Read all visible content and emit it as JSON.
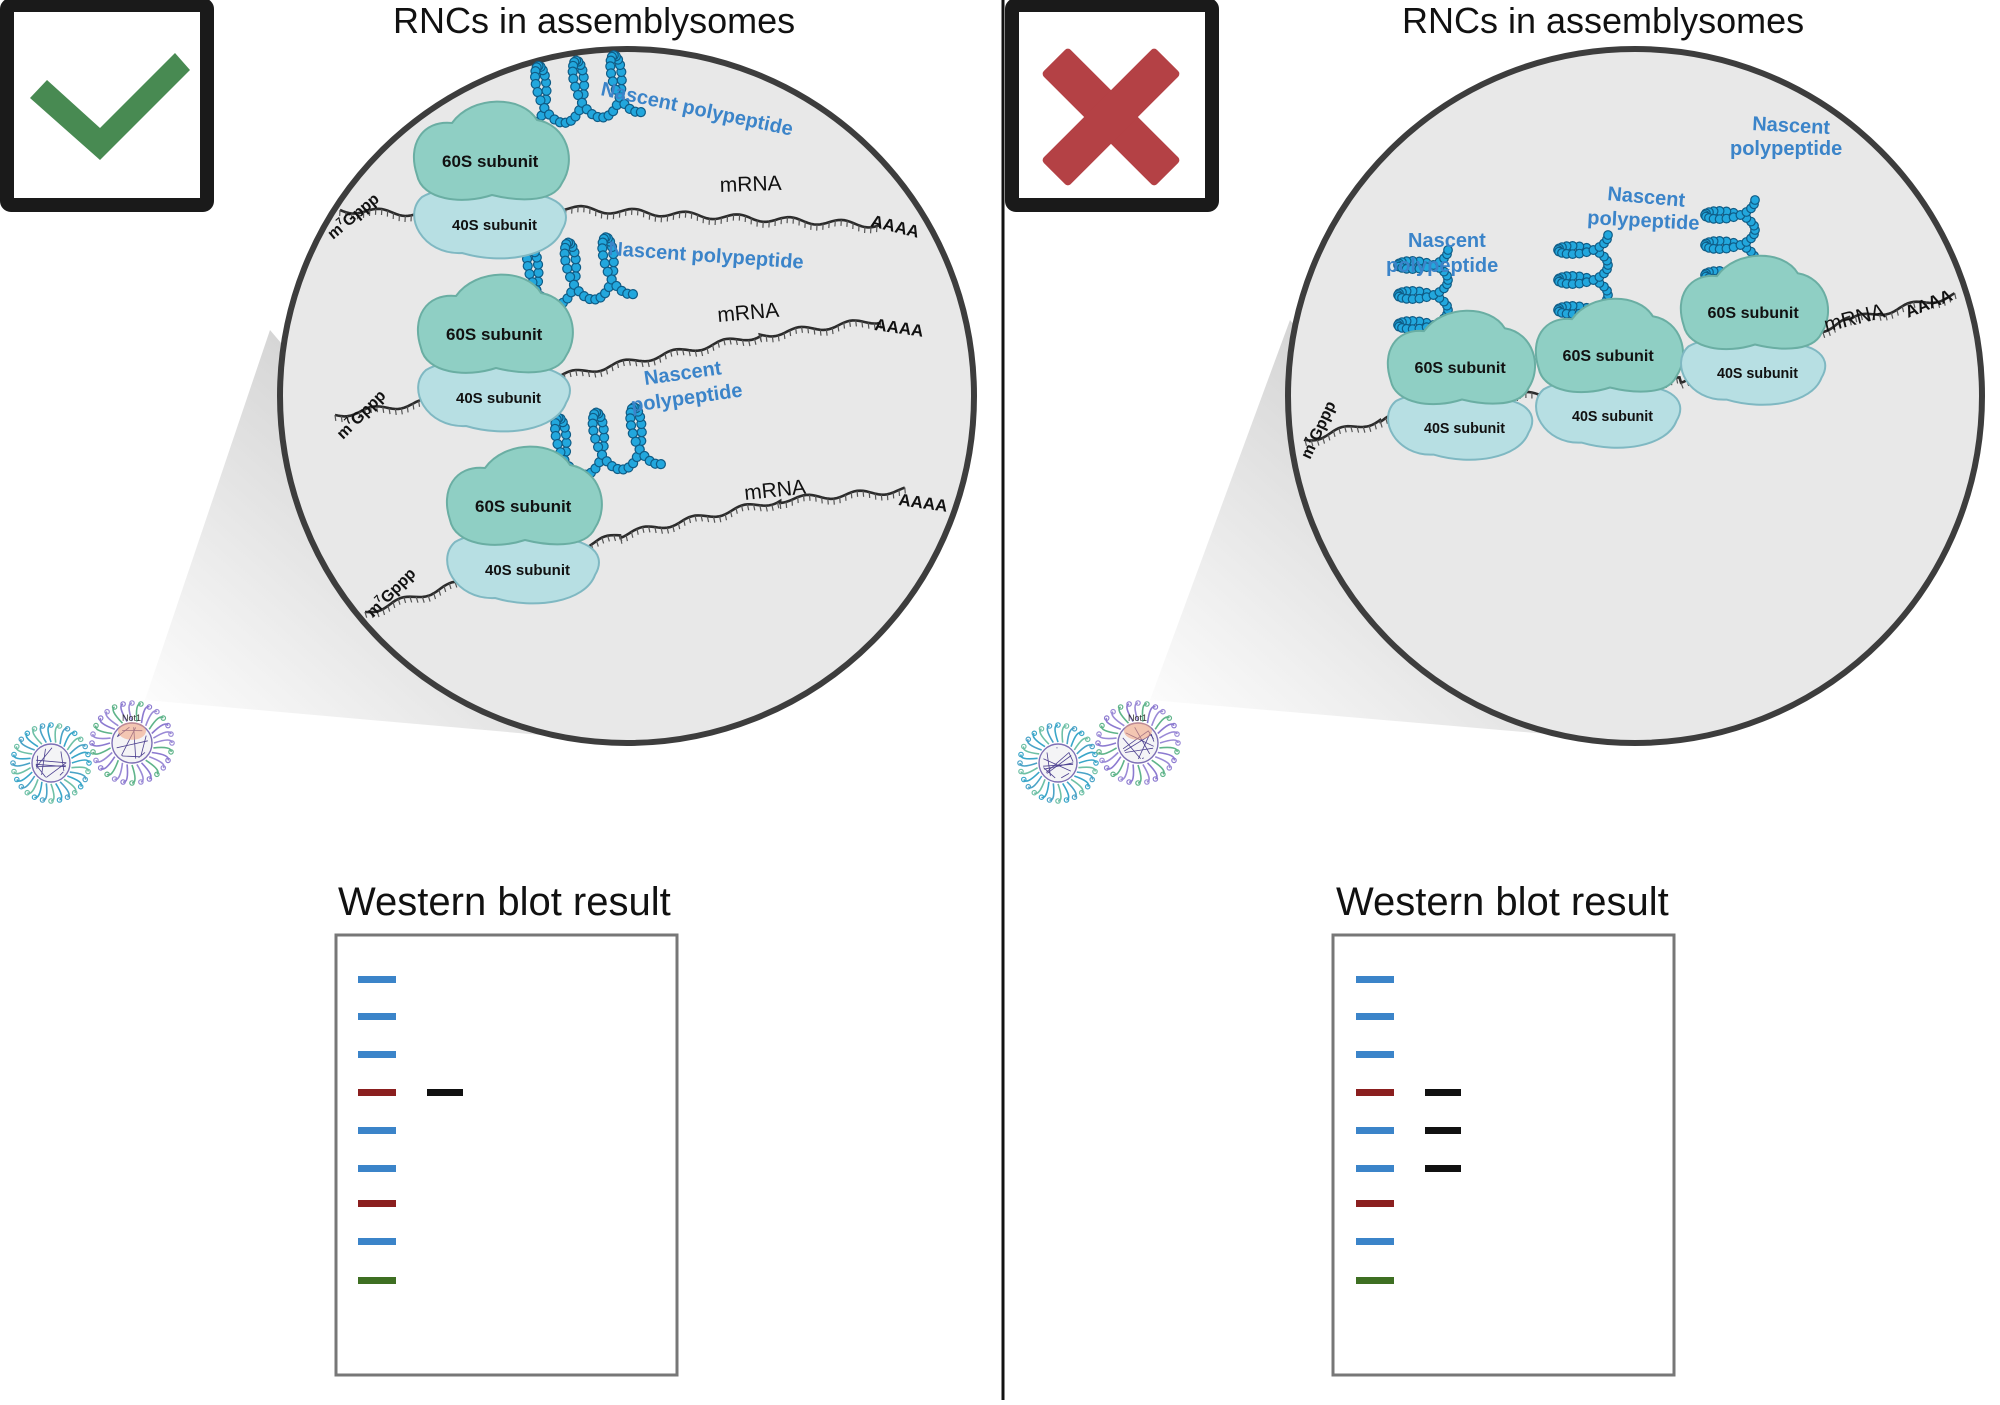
{
  "colors": {
    "check": "#488a52",
    "cross": "#b44145",
    "rna_blue": "#3b84c9",
    "bead_blue": "#22a7dd",
    "ribo_60s": "#8fcfc4",
    "ribo_40s": "#b7dfe3",
    "band_blue": "#3b84c9",
    "band_red": "#8b1f1f",
    "band_green": "#3e6f22",
    "band_black": "#111111",
    "circle_fill": "#e8e8e8"
  },
  "left_panel": {
    "status_icon": "checkmark-icon",
    "title": "RNCs in assemblysomes",
    "polysome_labels": [
      {
        "nascent": "Nascent polypeptide",
        "ribo60": "60S subunit",
        "ribo40": "40S subunit",
        "mrna": "mRNA",
        "cap": "m7Gppp",
        "tail": "AAAA"
      },
      {
        "nascent": "Nascent polypeptide",
        "ribo60": "60S subunit",
        "ribo40": "40S subunit",
        "mrna": "mRNA",
        "cap": "m7Gppp",
        "tail": "AAAA"
      },
      {
        "nascent_line1": "Nascent",
        "nascent_line2": "polypeptide",
        "ribo60": "60S subunit",
        "ribo40": "40S subunit",
        "mrna": "mRNA",
        "cap": "m7Gppp",
        "tail": "AAAA"
      }
    ],
    "granule_label": "Not1",
    "blot_title": "Western blot result",
    "ladder_colors": [
      "blue",
      "blue",
      "blue",
      "red",
      "blue",
      "blue",
      "red",
      "blue",
      "green"
    ],
    "sample_bands": [
      4
    ]
  },
  "right_panel": {
    "status_icon": "cross-icon",
    "title": "RNCs in assemblysomes",
    "nascent_line1": "Nascent",
    "nascent_line2": "polypeptide",
    "ribo60": "60S subunit",
    "ribo40": "40S subunit",
    "mrna": "mRNA",
    "cap": "m7Gppp",
    "tail": "AAAA",
    "granule_label": "Not1",
    "blot_title": "Western blot result",
    "ladder_colors": [
      "blue",
      "blue",
      "blue",
      "red",
      "blue",
      "blue",
      "red",
      "blue",
      "green"
    ],
    "sample_bands": [
      4,
      5,
      6
    ]
  }
}
